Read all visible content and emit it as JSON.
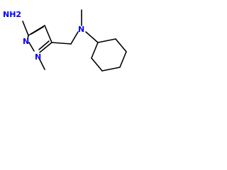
{
  "molecule": {
    "atoms": {
      "amine": "NH2",
      "ring_n1": "N",
      "ring_n2": "N",
      "amine_tertiary": "N"
    },
    "colors": {
      "nitrogen": "#0000ff",
      "bond": "#000000",
      "background": "#ffffff"
    }
  }
}
